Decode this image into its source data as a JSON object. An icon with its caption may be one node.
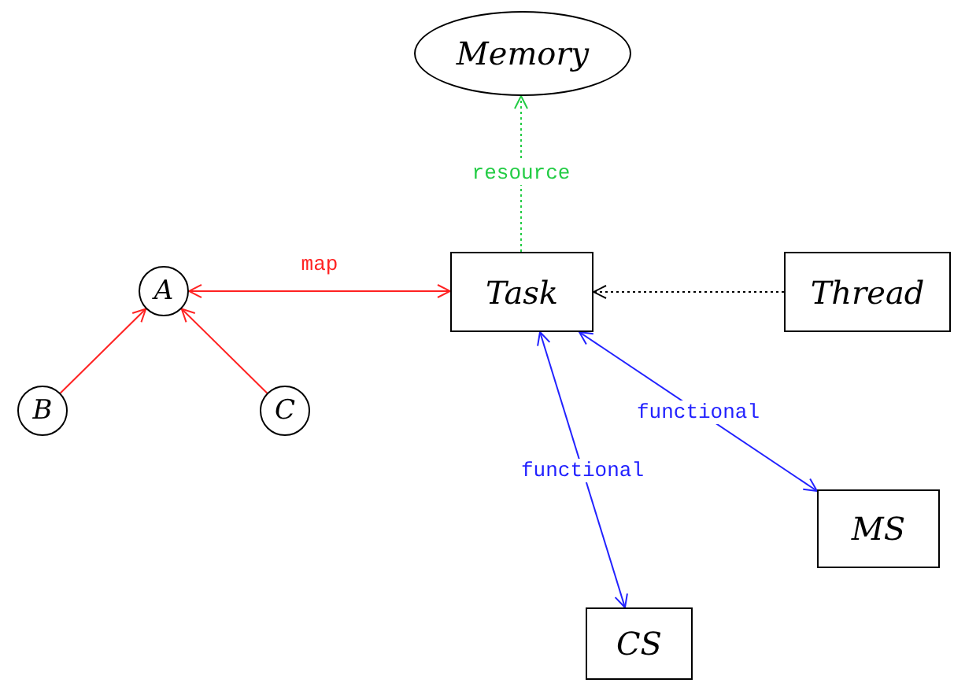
{
  "diagram": {
    "nodes": [
      {
        "text": [
          "Memory"
        ]
      },
      {
        "text": [
          "A"
        ]
      },
      {
        "text": [
          "B"
        ]
      },
      {
        "text": [
          "C"
        ]
      },
      {
        "text": [
          "Task"
        ]
      },
      {
        "text": [
          "Thread"
        ]
      },
      {
        "text": [
          "MS"
        ]
      },
      {
        "text": [
          "CS"
        ]
      }
    ],
    "edges": [
      {
        "from": 4,
        "to": 0,
        "arrow": "to",
        "label": "resource",
        "style": "dashed",
        "color": "#22cc44"
      },
      {
        "from": 1,
        "to": 4,
        "arrow": "both",
        "label": "map",
        "color": "#ff2222"
      },
      {
        "from": 2,
        "to": 1,
        "arrow": "to",
        "color": "#ff2222"
      },
      {
        "from": 3,
        "to": 1,
        "arrow": "to",
        "color": "#ff2222"
      },
      {
        "from": 5,
        "to": 4,
        "arrow": "to",
        "style": "dashed",
        "color": "#000000"
      },
      {
        "from": 7,
        "to": 4,
        "arrow": "both",
        "label": "functional",
        "color": "#2222ff"
      },
      {
        "from": 6,
        "to": 4,
        "arrow": "both",
        "label": "functional",
        "color": "#2222ff"
      }
    ]
  }
}
